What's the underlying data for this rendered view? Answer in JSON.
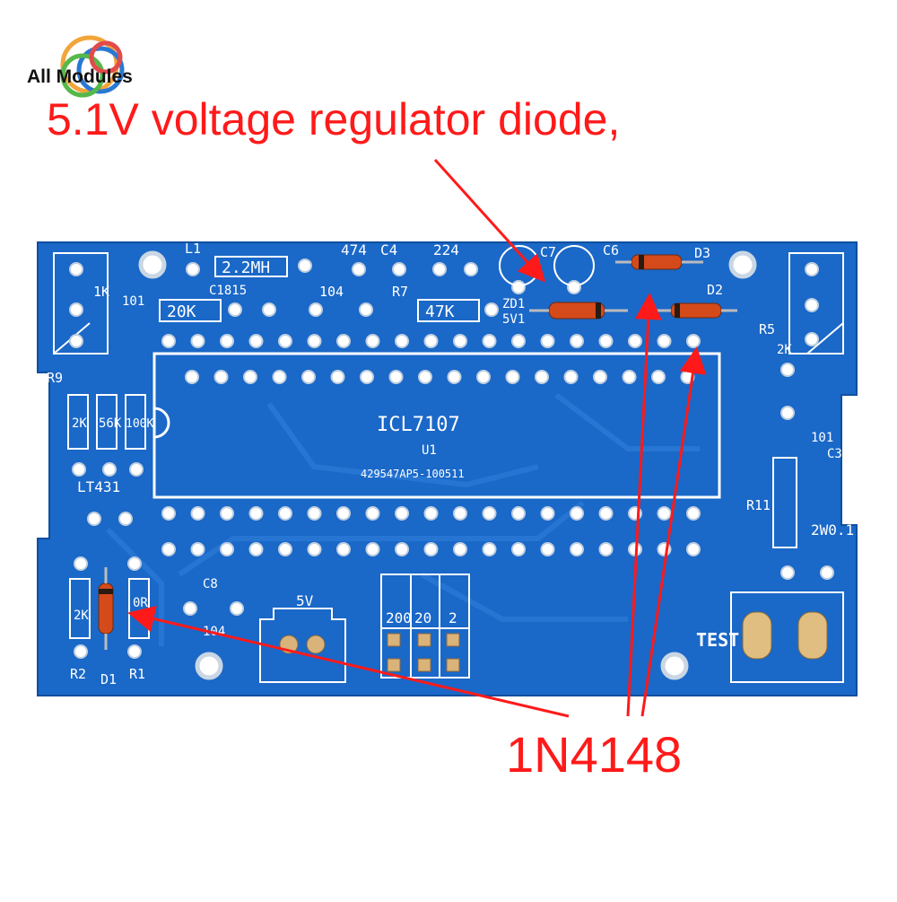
{
  "brand": {
    "name": "All Modules"
  },
  "headline": "5.1V voltage regulator diode,",
  "part_label": "1N4148",
  "colors": {
    "pcb": "#1a68c8",
    "annotation": "#ff1a1a",
    "silkscreen": "#ffffff"
  },
  "board": {
    "ic": {
      "name": "ICL7107",
      "ref": "U1",
      "code": "429547AP5-100511"
    },
    "silkscreen": {
      "l1": "L1",
      "inductor": "2.2MH",
      "c1815": "C1815",
      "r20k": "20K",
      "r47k": "47K",
      "c474": "474",
      "c4": "C4",
      "c224": "224",
      "c104a": "104",
      "r7": "R7",
      "c7": "C7",
      "c6": "C6",
      "zd1": "ZD1",
      "v51": "5V1",
      "d3": "D3",
      "d2": "D2",
      "r1k": "1K",
      "c101": "101",
      "r9": "R9",
      "r2k": "2K",
      "r56k": "56K",
      "r100k": "100K",
      "lt431": "LT431",
      "r5": "R5",
      "r2k_right": "2K",
      "c101_right": "101",
      "c3": "C3",
      "r11": "R11",
      "r2w": "2W0.1",
      "r2kb": "2K",
      "r0r": "0R",
      "r2": "R2",
      "d1": "D1",
      "r1": "R1",
      "c8": "C8",
      "c104b": "104",
      "v5": "5V",
      "range200": "200",
      "range20": "20",
      "range2": "2",
      "test": "TEST"
    }
  }
}
